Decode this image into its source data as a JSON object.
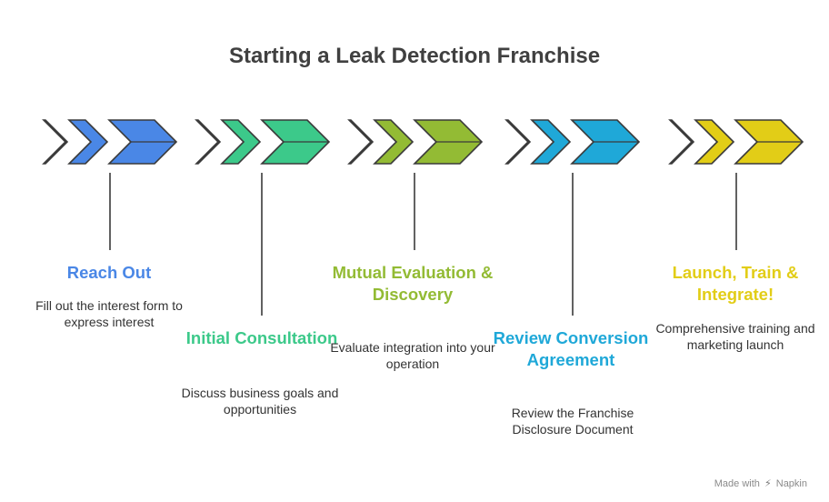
{
  "title": "Starting a Leak Detection Franchise",
  "steps": [
    {
      "title": "Reach Out",
      "description": "Fill out the interest form to express interest",
      "color": "#4a87e6",
      "icon": "chevrons-right"
    },
    {
      "title": "Initial Consultation",
      "description": "Discuss business goals and opportunities",
      "color": "#3cc98a",
      "icon": "chevrons-right"
    },
    {
      "title": "Mutual Evaluation & Discovery",
      "description": "Evaluate integration into your operation",
      "color": "#93bb34",
      "icon": "chevrons-right"
    },
    {
      "title": "Review Conversion Agreement",
      "description": "Review the Franchise Disclosure Document",
      "color": "#1fa8d8",
      "icon": "chevrons-right"
    },
    {
      "title": "Launch, Train & Integrate!",
      "description": "Comprehensive training and marketing launch",
      "color": "#e2cd17",
      "icon": "chevrons-right"
    }
  ],
  "footer": {
    "made_with": "Made with",
    "brand": "Napkin",
    "brand_icon": "napkin-logo-icon"
  }
}
